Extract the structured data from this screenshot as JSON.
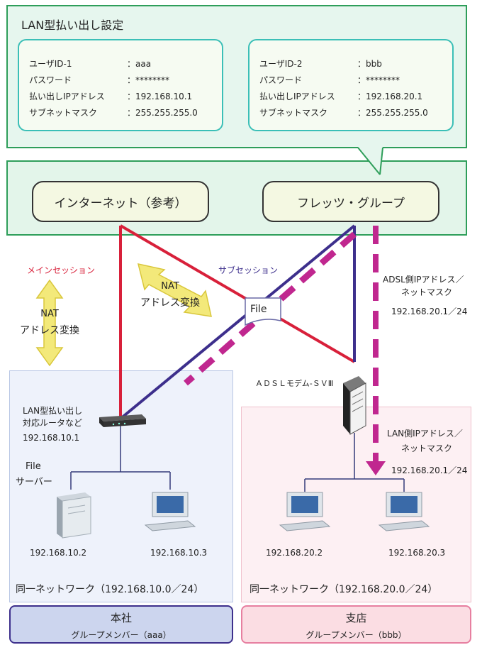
{
  "settings": {
    "title": "LAN型払い出し設定",
    "user1": {
      "id_label": "ユーザID-1",
      "id_value": "：aaa",
      "pw_label": "パスワード",
      "pw_value": "：********",
      "ip_label": "払い出しIPアドレス",
      "ip_value": "：192.168.10.1",
      "mask_label": "サブネットマスク",
      "mask_value": "：255.255.255.0"
    },
    "user2": {
      "id_label": "ユーザID-2",
      "id_value": "：bbb",
      "pw_label": "パスワード",
      "pw_value": "：********",
      "ip_label": "払い出しIPアドレス",
      "ip_value": "：192.168.20.1",
      "mask_label": "サブネットマスク",
      "mask_value": "：255.255.255.0"
    }
  },
  "network": {
    "internet": "インターネット（参考）",
    "flets": "フレッツ・グループ"
  },
  "labels": {
    "main_session": "メインセッション",
    "sub_session": "サブセッション",
    "nat1_line1": "NAT",
    "nat1_line2": "アドレス変換",
    "nat2_line1": "NAT",
    "nat2_line2": "アドレス変換",
    "file_doc": "File",
    "adsl_side_line1": "ADSL側IPアドレス／",
    "adsl_side_line2": "ネットマスク",
    "adsl_side_ip": "192.168.20.1／24",
    "adsl_modem": "ＡＤＳＬモデム-ＳＶⅢ",
    "router_line1": "LAN型払い出し",
    "router_line2": "対応ルータなど",
    "router_ip": "192.168.10.1",
    "lan_side_line1": "LAN側IPアドレス／",
    "lan_side_line2": "ネットマスク",
    "lan_side_ip": "192.168.20.1／24",
    "file_server_line1": "File",
    "file_server_line2": "サーバー",
    "pc1_ip": "192.168.10.2",
    "pc2_ip": "192.168.10.3",
    "pc3_ip": "192.168.20.2",
    "pc4_ip": "192.168.20.3",
    "net_honsha": "同一ネットワーク（192.168.10.0／24）",
    "net_shiten": "同一ネットワーク（192.168.20.0／24）"
  },
  "footer": {
    "honsha_title": "本社",
    "honsha_sub": "グループメンバー（aaa）",
    "shiten_title": "支店",
    "shiten_sub": "グループメンバー（bbb）"
  },
  "colors": {
    "main_session": "#d8203a",
    "sub_session": "#3d2f8c",
    "flets_path": "#c0278f",
    "nat_arrow": "#f3e97a"
  }
}
